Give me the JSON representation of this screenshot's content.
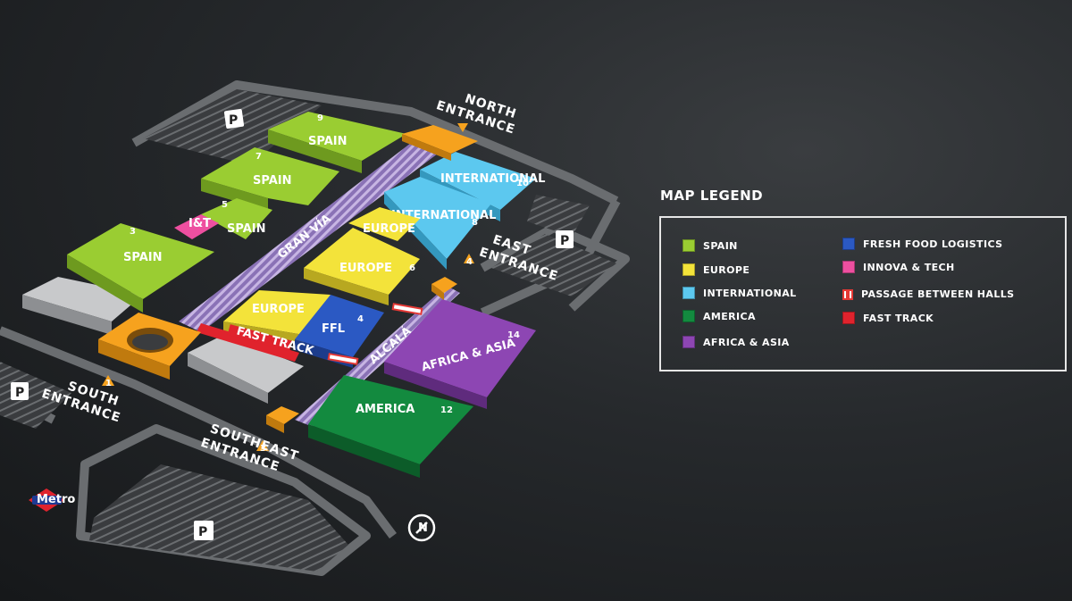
{
  "colors": {
    "spain": "#9acd32",
    "europe": "#f3e33a",
    "international": "#5cc8ef",
    "america": "#138a3f",
    "africa_asia": "#8d46b3",
    "ffl": "#2b59c3",
    "innova": "#ee4fa0",
    "fast_track": "#e0232d",
    "orange": "#f6a21e"
  },
  "halls": {
    "h9": {
      "label": "SPAIN",
      "number": "9"
    },
    "h7": {
      "label": "SPAIN",
      "number": "7"
    },
    "h3": {
      "label": "SPAIN",
      "number": "3"
    },
    "h5": {
      "label": "SPAIN",
      "number": "5",
      "innova_label": "I&T"
    },
    "h10": {
      "label": "INTERNATIONAL",
      "number": "10"
    },
    "h8": {
      "label": "INTERNATIONAL",
      "number": "8"
    },
    "europe_a": {
      "label": "EUROPE"
    },
    "h6": {
      "label": "EUROPE",
      "number": "6"
    },
    "europe_c": {
      "label": "EUROPE"
    },
    "h4": {
      "label": "FFL",
      "number": "4"
    },
    "h14": {
      "label": "AFRICA & ASIA",
      "number": "14"
    },
    "h12": {
      "label": "AMERICA",
      "number": "12"
    }
  },
  "streets": {
    "gran_via": "GRAN VÍA",
    "alcala": "ALCALÁ",
    "fast_track": "FAST TRACK"
  },
  "entrances": {
    "north": {
      "line1": "NORTH",
      "line2": "ENTRANCE"
    },
    "east": {
      "line1": "EAST",
      "line2": "ENTRANCE",
      "number": "4"
    },
    "south": {
      "line1": "SOUTH",
      "line2": "ENTRANCE",
      "number": "1"
    },
    "southeast": {
      "line1": "SOUTHEAST",
      "line2": "ENTRANCE",
      "number": "3"
    }
  },
  "parking_label": "P",
  "metro_label": "Metro",
  "compass_label": "N",
  "legend": {
    "title": "MAP LEGEND",
    "items": [
      {
        "label": "SPAIN",
        "color": "#9acd32"
      },
      {
        "label": "EUROPE",
        "color": "#f3e33a"
      },
      {
        "label": "INTERNATIONAL",
        "color": "#5cc8ef"
      },
      {
        "label": "AMERICA",
        "color": "#138a3f"
      },
      {
        "label": "AFRICA & ASIA",
        "color": "#8d46b3"
      },
      {
        "label": "FRESH FOOD LOGISTICS",
        "color": "#2b59c3"
      },
      {
        "label": "INNOVA & TECH",
        "color": "#ee4fa0"
      },
      {
        "label": "PASSAGE BETWEEN HALLS",
        "icon": "passage-icon"
      },
      {
        "label": "FAST TRACK",
        "color": "#e0232d"
      }
    ]
  }
}
